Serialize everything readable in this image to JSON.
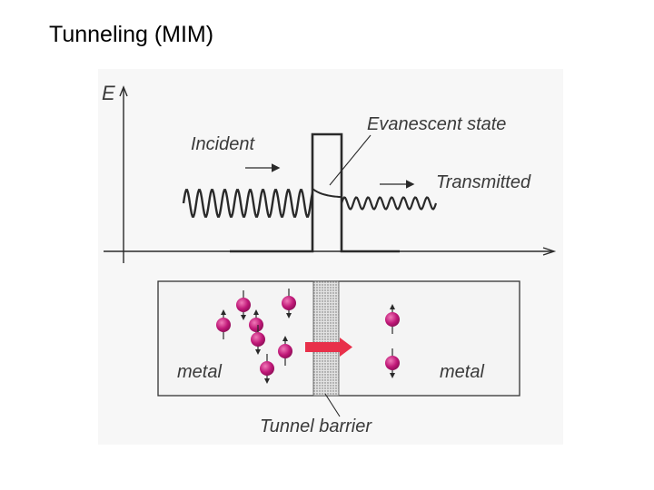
{
  "slide": {
    "title": "Tunneling (MIM)"
  },
  "energy_diagram": {
    "axis_label": "E",
    "incident_label": "Incident",
    "evanescent_label": "Evanescent state",
    "transmitted_label": "Transmitted"
  },
  "junction": {
    "left_label": "metal",
    "right_label": "metal",
    "barrier_label": "Tunnel barrier"
  },
  "colors": {
    "electron": "#c01878",
    "arrow_accent": "#e8304a",
    "barrier_fill": "#cfcfcf",
    "figure_background": "#f7f7f7",
    "line": "#2a2a2a"
  },
  "icons": {
    "electron": "electron-spin-icon",
    "tunnel_arrow": "tunneling-arrow-icon"
  }
}
